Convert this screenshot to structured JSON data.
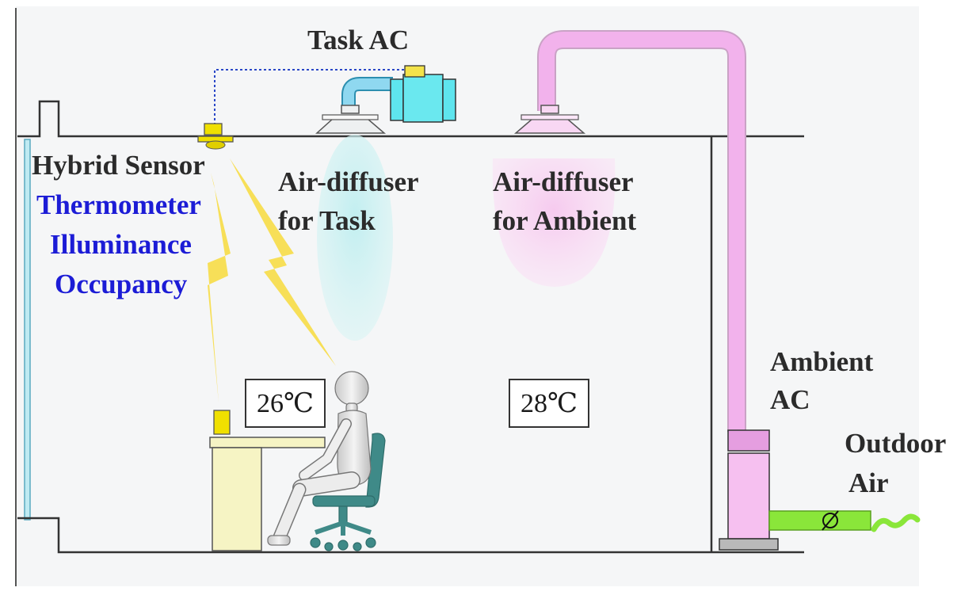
{
  "labels": {
    "task_ac": "Task AC",
    "hybrid_sensor": "Hybrid Sensor",
    "thermometer": "Thermometer",
    "illuminance": "Illuminance",
    "occupancy": "Occupancy",
    "air_diffuser_task_line1": "Air-diffuser",
    "air_diffuser_task_line2": "for Task",
    "air_diffuser_ambient_line1": "Air-diffuser",
    "air_diffuser_ambient_line2": "for Ambient",
    "ambient_ac_line1": "Ambient",
    "ambient_ac_line2": "AC",
    "outdoor_air_line1": "Outdoor",
    "outdoor_air_line2": "Air"
  },
  "temperatures": {
    "task_zone": "26℃",
    "ambient_zone": "28℃"
  },
  "colors": {
    "sensor_text": "#1c1cd6",
    "task_air": "#bfeef0",
    "ambient_air": "#f6c8ee",
    "duct_pink": "#f2b2ec",
    "task_ac_cyan": "#5ee5ee",
    "sensor_yellow": "#f0e000",
    "lightning": "#f6dc4a",
    "outdoor_duct_green": "#8ae63a",
    "chair_teal": "#3f8a88"
  }
}
